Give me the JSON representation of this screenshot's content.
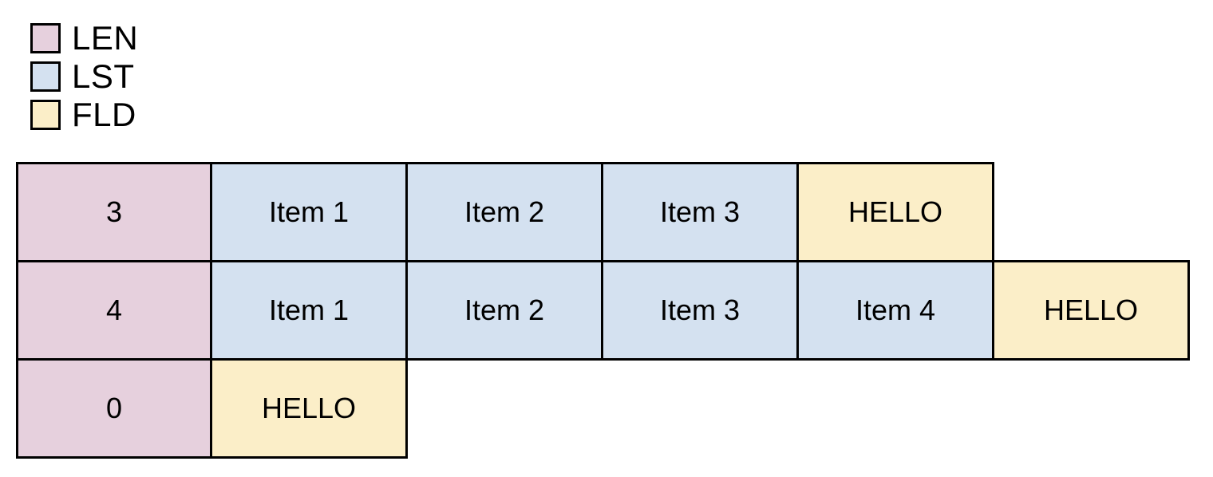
{
  "legend": {
    "items": [
      {
        "label": "LEN",
        "color": "#e6d0dd",
        "kind": "len"
      },
      {
        "label": "LST",
        "color": "#d4e1f0",
        "kind": "lst"
      },
      {
        "label": "FLD",
        "color": "#fbeec8",
        "kind": "fld"
      }
    ]
  },
  "colors": {
    "len": "#e6d0dd",
    "lst": "#d4e1f0",
    "fld": "#fbeec8",
    "border": "#000000",
    "background": "#ffffff",
    "text": "#000000"
  },
  "table": {
    "rows": [
      {
        "cells": [
          {
            "text": "3",
            "kind": "len"
          },
          {
            "text": "Item 1",
            "kind": "lst"
          },
          {
            "text": "Item 2",
            "kind": "lst"
          },
          {
            "text": "Item 3",
            "kind": "lst"
          },
          {
            "text": "HELLO",
            "kind": "fld"
          }
        ]
      },
      {
        "cells": [
          {
            "text": "4",
            "kind": "len"
          },
          {
            "text": "Item 1",
            "kind": "lst"
          },
          {
            "text": "Item 2",
            "kind": "lst"
          },
          {
            "text": "Item 3",
            "kind": "lst"
          },
          {
            "text": "Item 4",
            "kind": "lst"
          },
          {
            "text": "HELLO",
            "kind": "fld"
          }
        ]
      },
      {
        "cells": [
          {
            "text": "0",
            "kind": "len"
          },
          {
            "text": "HELLO",
            "kind": "fld"
          }
        ]
      }
    ]
  }
}
